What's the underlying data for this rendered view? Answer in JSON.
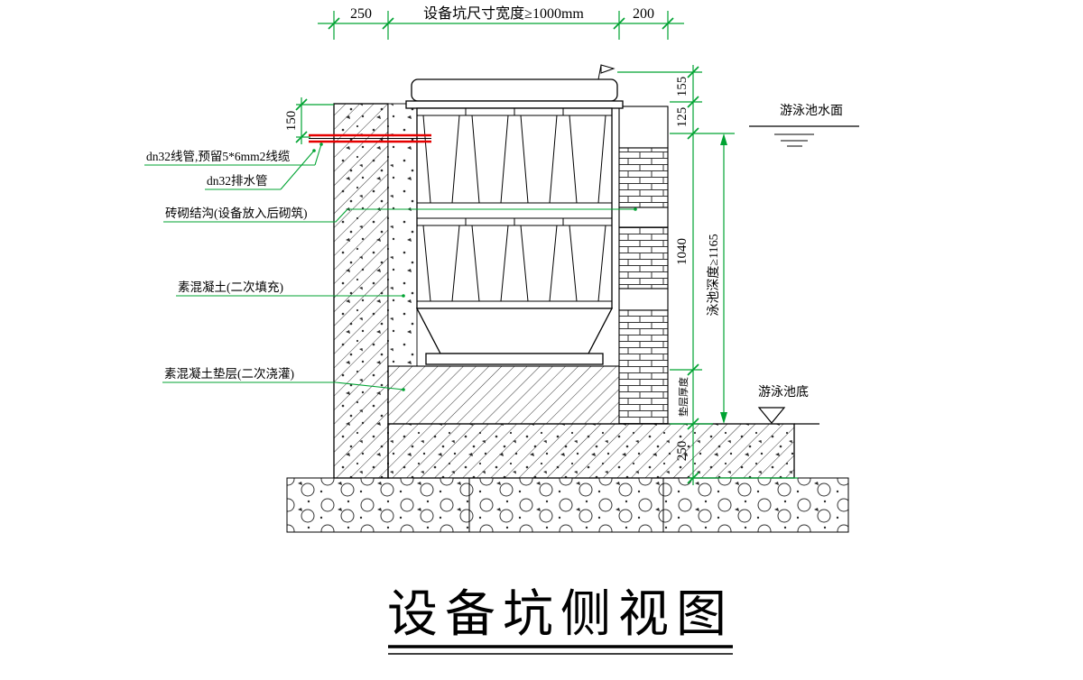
{
  "colors": {
    "ink": "#000000",
    "dimension": "#00a332",
    "conduit": "#e60000"
  },
  "title": {
    "text": "设备坑侧视图"
  },
  "dims": {
    "top_left_wall": "250",
    "top_pit_width": "设备坑尺寸宽度≥1000mm",
    "top_right_wall": "200",
    "left_conduit_depth": "150",
    "right_lid": "155",
    "right_freeboard": "125",
    "right_pit": "1040",
    "right_cushion_label": "垫层厚度",
    "right_slab": "250",
    "pool_depth": "泳池深度≥1165"
  },
  "callouts": {
    "conduit": "dn32线管,预留5*6mm2线缆",
    "drain": "dn32排水管",
    "brick_trench": "砖砌结沟(设备放入后砌筑)",
    "concrete_fill": "素混凝土(二次填充)",
    "concrete_cushion": "素混凝土垫层(二次浇灌)"
  },
  "refs": {
    "water_surface": "游泳池水面",
    "pool_bottom": "游泳池底"
  }
}
